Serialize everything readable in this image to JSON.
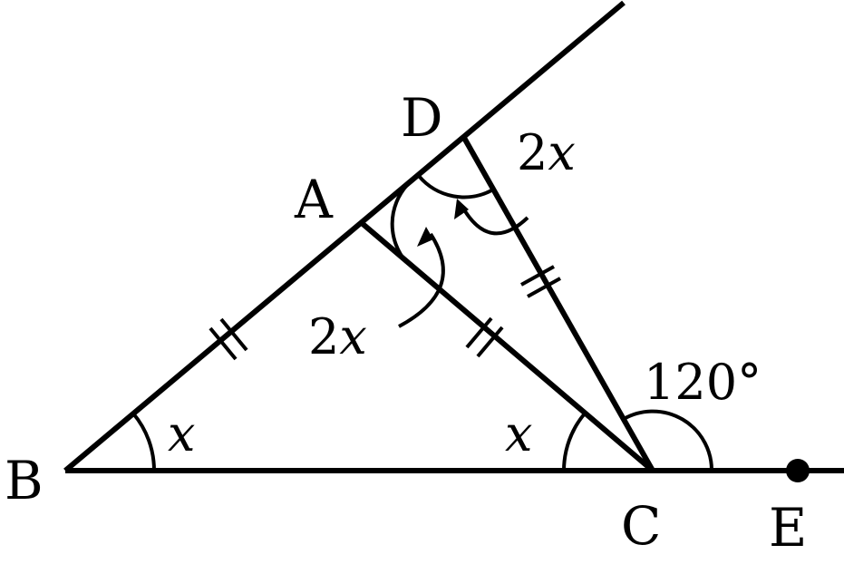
{
  "points": {
    "A": "A",
    "B": "B",
    "C": "C",
    "D": "D",
    "E": "E"
  },
  "angles": {
    "angle_B": {
      "coef": "",
      "var": "x"
    },
    "angle_ACB": {
      "coef": "",
      "var": "x"
    },
    "angle_DAC": {
      "coef": "2",
      "var": "x"
    },
    "angle_ADC": {
      "coef": "2",
      "var": "x"
    },
    "angle_DCE": "120°"
  },
  "colors": {
    "stroke": "#000000",
    "background": "#ffffff"
  }
}
